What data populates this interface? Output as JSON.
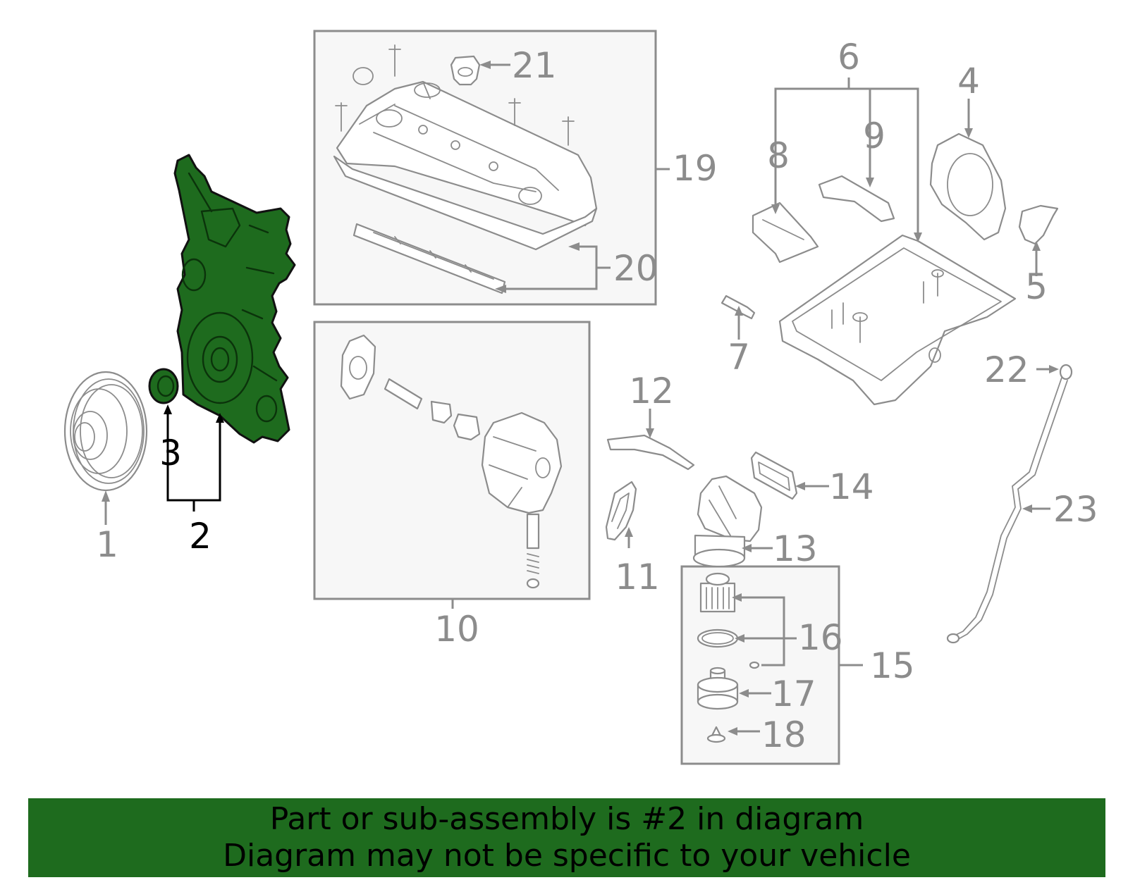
{
  "diagram": {
    "highlighted_part": "2",
    "colors": {
      "highlight": "#1e6b1e",
      "lines": "#8c8c8c",
      "labels": "#8c8c8c",
      "highlight_labels": "#000000"
    },
    "callouts": [
      "1",
      "2",
      "3",
      "4",
      "5",
      "6",
      "7",
      "8",
      "9",
      "10",
      "11",
      "12",
      "13",
      "14",
      "15",
      "16",
      "17",
      "18",
      "19",
      "20",
      "21",
      "22",
      "23"
    ]
  },
  "banner": {
    "line1": "Part or sub-assembly is #2 in diagram",
    "line2": "Diagram may not be specific to your vehicle"
  }
}
